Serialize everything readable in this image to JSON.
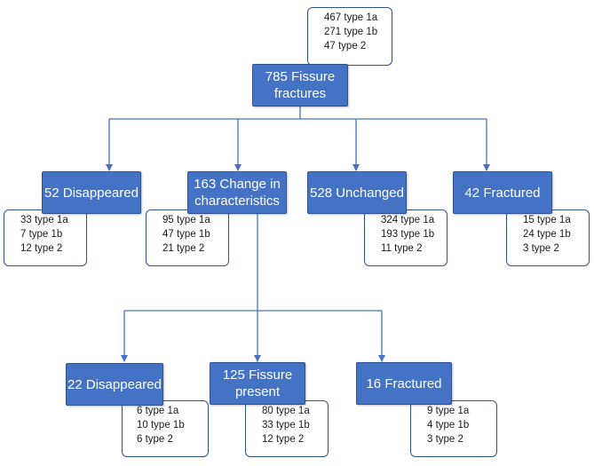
{
  "colors": {
    "node_fill": "#4472C4",
    "node_border": "#2F528F",
    "connector": "#4472C4",
    "box_border": "#2F528F"
  },
  "root": {
    "label": "785 Fissure\nfractures",
    "breakdown": [
      "467 type 1a",
      "271 type 1b",
      "47 type 2"
    ]
  },
  "level1": [
    {
      "label": "52 Disappeared",
      "breakdown": [
        "33 type 1a",
        "7 type 1b",
        "12 type 2"
      ]
    },
    {
      "label": "163 Change in\ncharacteristics",
      "breakdown": [
        "95 type 1a",
        "47 type 1b",
        "21 type 2"
      ]
    },
    {
      "label": "528 Unchanged",
      "breakdown": [
        "324 type 1a",
        "193 type 1b",
        "11 type 2"
      ]
    },
    {
      "label": "42 Fractured",
      "breakdown": [
        "15 type 1a",
        "24 type 1b",
        "3 type 2"
      ]
    }
  ],
  "level2": [
    {
      "label": "22 Disappeared",
      "breakdown": [
        "6 type 1a",
        "10 type 1b",
        "6 type 2"
      ]
    },
    {
      "label": "125 Fissure\npresent",
      "breakdown": [
        "80 type 1a",
        "33 type 1b",
        "12 type 2"
      ]
    },
    {
      "label": "16 Fractured",
      "breakdown": [
        "9 type 1a",
        "4 type 1b",
        "3 type 2"
      ]
    }
  ]
}
